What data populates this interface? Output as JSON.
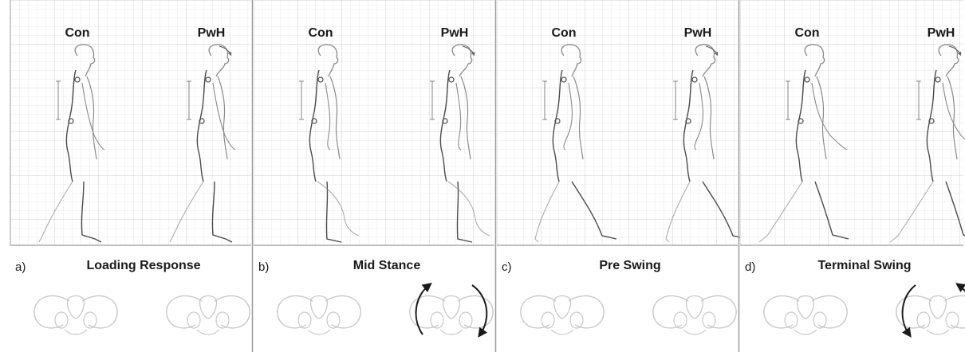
{
  "figure": {
    "group_labels": {
      "control": "Con",
      "patient": "PwH"
    },
    "panels": [
      {
        "letter": "a)",
        "phase": "Loading Response",
        "pwh_pelvis_rotation": "none"
      },
      {
        "letter": "b)",
        "phase": "Mid Stance",
        "pwh_pelvis_rotation": "clockwise"
      },
      {
        "letter": "c)",
        "phase": "Pre Swing",
        "pwh_pelvis_rotation": "none"
      },
      {
        "letter": "d)",
        "phase": "Terminal Swing",
        "pwh_pelvis_rotation": "counter-clockwise"
      }
    ],
    "colors": {
      "grid": "#dcdcdc",
      "border": "#9a9a9a",
      "figure_stroke": "#8a8a8a",
      "figure_stroke_dark": "#4a4a4a",
      "pelvis_stroke": "#c8c8c8",
      "arrow": "#1a1a1a"
    },
    "icons": [
      "head-tilt-arrow-icon",
      "pelvis-icon",
      "rotation-arrow-icon"
    ]
  }
}
